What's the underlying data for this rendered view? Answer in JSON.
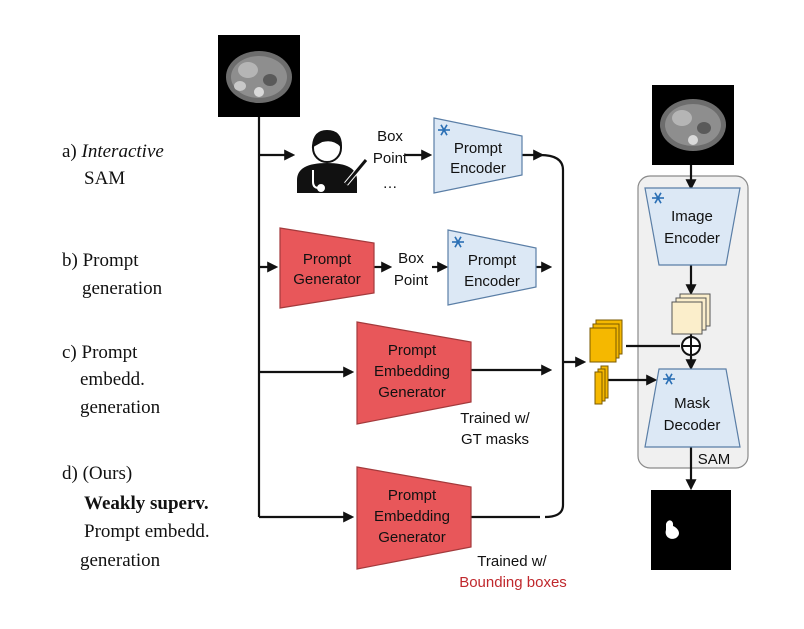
{
  "rows": {
    "a": {
      "prefix": "a) ",
      "emph": "Interactive",
      "line2": "SAM"
    },
    "b": {
      "line1": "b) Prompt",
      "line2": "generation"
    },
    "c": {
      "line1": "c) Prompt",
      "line2": "embedd.",
      "line3": "generation"
    },
    "d": {
      "line1": "d) (Ours)",
      "line2": "Weakly superv.",
      "line3": "Prompt embedd.",
      "line4": "generation"
    }
  },
  "labels": {
    "box": "Box",
    "point": "Point",
    "ellipsis": "…",
    "prompt": "Prompt",
    "encoder": "Encoder",
    "generator": "Generator",
    "embedding": "Embedding",
    "image": "Image",
    "mask": "Mask",
    "decoder": "Decoder",
    "sam": "SAM",
    "trained_gt_1": "Trained w/",
    "trained_gt_2": "GT masks",
    "trained_bb_1": "Trained w/",
    "trained_bb_2": "Bounding boxes"
  },
  "colors": {
    "generator_fill": "#e8575a",
    "encoder_fill": "#dce8f5",
    "feature_fill": "#fbeecb",
    "embedding_fill": "#f5b800",
    "sam_panel": "#f0f0f0",
    "highlight_text": "#c0282d"
  },
  "icons": [
    "snowflake-icon",
    "doctor-icon",
    "ct-scan-image",
    "mask-output-image",
    "plus-circle-icon"
  ]
}
